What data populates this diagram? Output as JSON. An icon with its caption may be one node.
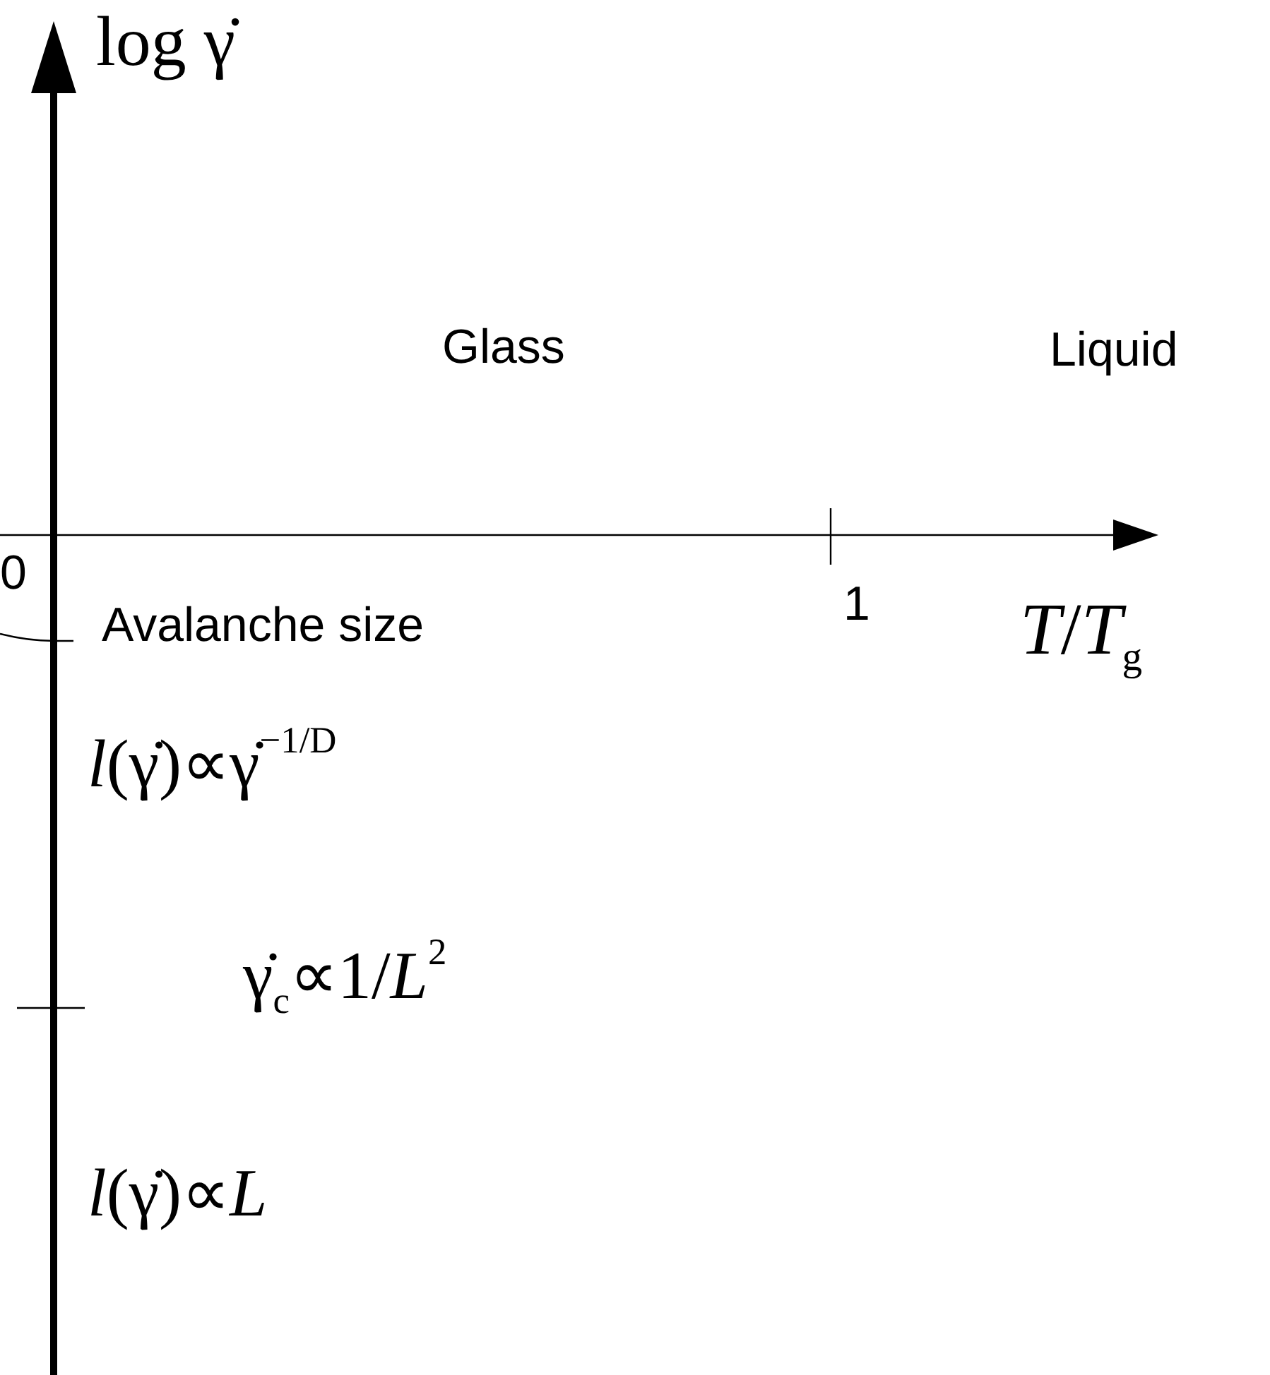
{
  "diagram": {
    "labels": [
      "log γ̇",
      "Glass",
      "Liquid",
      "0",
      "Avalanche size",
      "1",
      "*T*/*T*$_{g}$",
      "*l*(γ̇)∝γ̇$^{−1/D}$",
      "γ̇$_{c}$∝1/*L*$^{2}$",
      "*l*(γ̇)∝*L*"
    ]
  }
}
